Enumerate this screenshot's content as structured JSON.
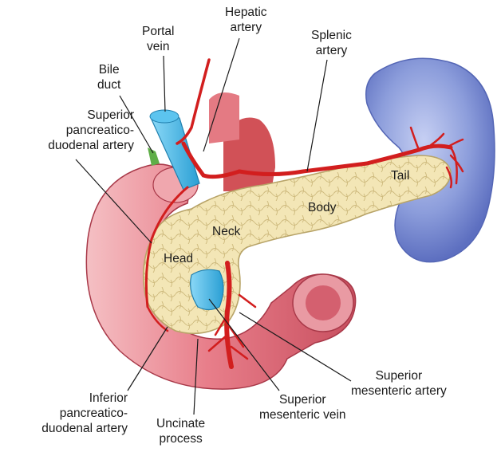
{
  "labels": {
    "hepatic_artery": [
      "Hepatic",
      "artery"
    ],
    "portal_vein": [
      "Portal",
      "vein"
    ],
    "splenic_artery": [
      "Splenic",
      "artery"
    ],
    "bile_duct": [
      "Bile",
      "duct"
    ],
    "superior_pd_artery": [
      "Superior",
      "pancreatico-",
      "duodenal artery"
    ],
    "inferior_pd_artery": [
      "Inferior",
      "pancreatico-",
      "duodenal artery"
    ],
    "uncinate_process": [
      "Uncinate",
      "process"
    ],
    "superior_mesenteric_vein": [
      "Superior",
      "mesenteric vein"
    ],
    "superior_mesenteric_artery": [
      "Superior",
      "mesenteric artery"
    ]
  },
  "regions": {
    "head": "Head",
    "neck": "Neck",
    "body": "Body",
    "tail": "Tail"
  },
  "colors": {
    "pancreas": "#f1e2ae",
    "pancreas_outline": "#c9b77a",
    "duodenum": "#e77c88",
    "duodenum_light": "#f4b7bd",
    "spleen": "#7d8fd4",
    "spleen_light": "#b8c3ee",
    "artery": "#d21e1e",
    "vein": "#3fb4e6"
  }
}
